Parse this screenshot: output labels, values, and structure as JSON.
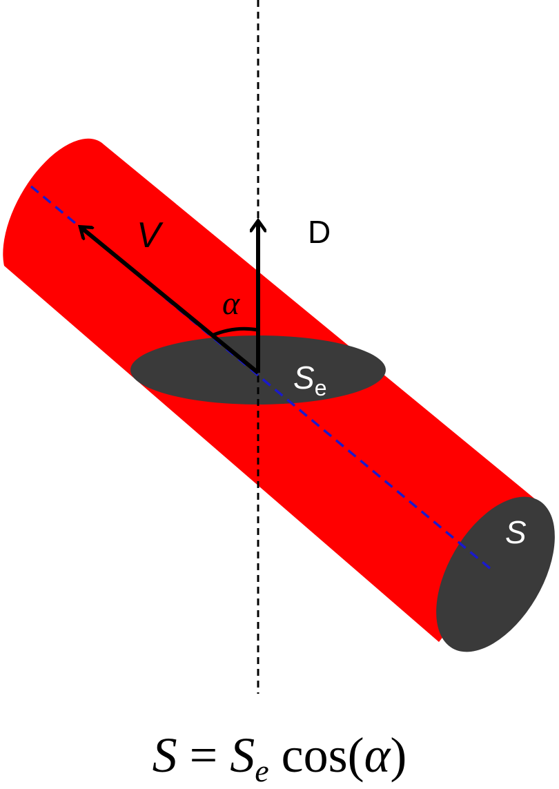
{
  "diagram": {
    "labels": {
      "velocity": "V",
      "direction": "D",
      "angle": "α",
      "section_effective_main": "S",
      "section_effective_sub": "e",
      "section_true": "S"
    },
    "equation": {
      "lhs": "S",
      "equals": " = ",
      "s_main": "S",
      "s_sub": "e",
      "func": " cos(",
      "arg": "α",
      "close": ")"
    },
    "colors": {
      "cylinder": "#ff0000",
      "section": "#3a3a3a",
      "axis": "#1a1acc",
      "vertical_line": "#000000",
      "arrows": "#000000",
      "section_text": "#ffffff"
    }
  }
}
